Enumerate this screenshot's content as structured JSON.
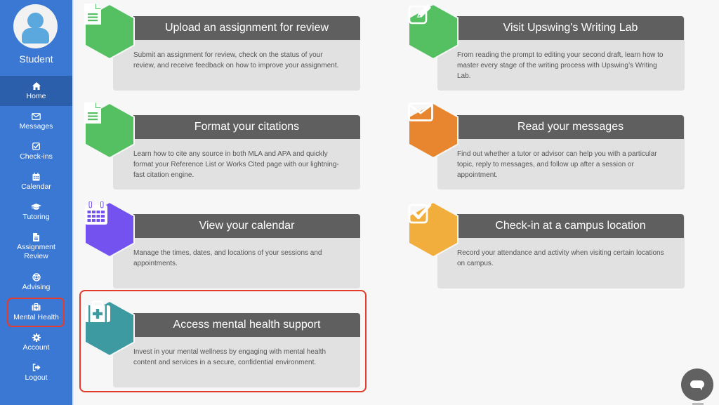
{
  "sidebar": {
    "user_label": "Student",
    "items": [
      {
        "label": "Home",
        "icon": "home-icon",
        "active": true
      },
      {
        "label": "Messages",
        "icon": "envelope-icon"
      },
      {
        "label": "Check-ins",
        "icon": "checkbox-icon"
      },
      {
        "label": "Calendar",
        "icon": "calendar-icon"
      },
      {
        "label": "Tutoring",
        "icon": "graduation-cap-icon"
      },
      {
        "label": "Assignment Review",
        "label_line1": "Assignment",
        "label_line2": "Review",
        "icon": "document-icon"
      },
      {
        "label": "Advising",
        "icon": "life-ring-icon"
      },
      {
        "label": "Mental Health",
        "icon": "medkit-icon",
        "highlighted": true
      },
      {
        "label": "Account",
        "icon": "gear-icon"
      },
      {
        "label": "Logout",
        "icon": "sign-out-icon"
      }
    ],
    "colors": {
      "background": "#3a78d3",
      "active": "#2c5fab"
    }
  },
  "cards": [
    {
      "title": "Upload an assignment for review",
      "description": "Submit an assignment for review, check on the status of your review, and receive feedback on how to improve your assignment.",
      "icon": "document-icon",
      "color": "#55c061"
    },
    {
      "title": "Visit Upswing's Writing Lab",
      "description": "From reading the prompt to editing your second draft, learn how to master every stage of the writing process with Upswing’s Writing Lab.",
      "icon": "pencil-square-icon",
      "color": "#55c061"
    },
    {
      "title": "Format your citations",
      "description": "Learn how to cite any source in both MLA and APA and quickly format your Reference List or Works Cited page with our lightning-fast citation engine.",
      "icon": "document-icon",
      "color": "#55c061"
    },
    {
      "title": "Read your messages",
      "description": "Find out whether a tutor or advisor can help you with a particular topic, reply to messages, and follow up after a session or appointment.",
      "icon": "envelope-icon",
      "color": "#e8862f"
    },
    {
      "title": "View your calendar",
      "description": "Manage the times, dates, and locations of your sessions and appointments.",
      "icon": "calendar-icon",
      "color": "#7352f0"
    },
    {
      "title": "Check-in at a campus location",
      "description": "Record your attendance and activity when visiting certain locations on campus.",
      "icon": "checkbox-icon",
      "color": "#f2ae3d"
    },
    {
      "title": "Access mental health support",
      "description": "Invest in your mental wellness by engaging with mental health content and services in a secure, confidential environment.",
      "icon": "medkit-icon",
      "color": "#3c9aa0",
      "highlighted": true
    }
  ],
  "highlight_color": "#e33b2c",
  "chat_widget": {
    "icon": "chat-bubble-icon",
    "color": "#616161"
  }
}
